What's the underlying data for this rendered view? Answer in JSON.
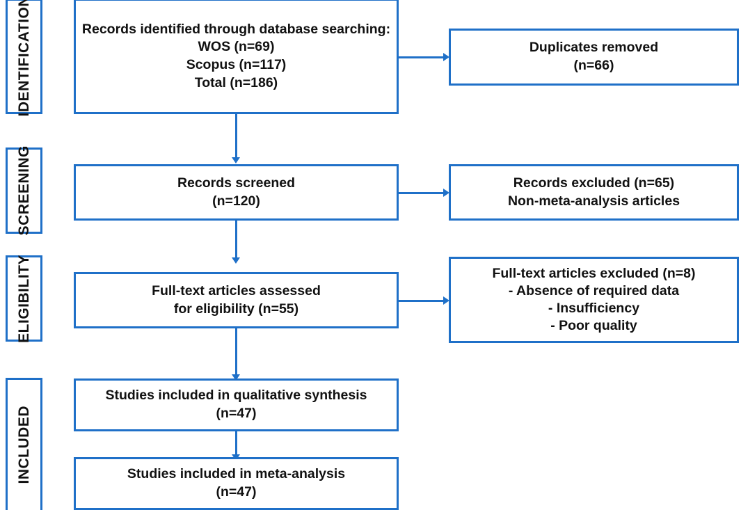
{
  "diagram": {
    "title": "PRISMA flow diagram",
    "accent_color": "#1f70c8",
    "text_color": "#111111",
    "background_color": "#ffffff"
  },
  "stages": [
    {
      "id": "identification",
      "label": "IDENTIFICATION"
    },
    {
      "id": "screening",
      "label": "SCREENING"
    },
    {
      "id": "eligibility",
      "label": "ELIGIBILITY"
    },
    {
      "id": "included",
      "label": "INCLUDED"
    }
  ],
  "boxes": {
    "records_identified": {
      "text": "Records identified through database searching:\nWOS (n=69)\nScopus (n=117)\nTotal (n=186)"
    },
    "duplicates_removed": {
      "text": "Duplicates removed\n(n=66)"
    },
    "records_screened": {
      "text": "Records screened\n(n=120)"
    },
    "records_excluded": {
      "text": "Records excluded (n=65)\nNon-meta-analysis articles"
    },
    "fulltext_assessed": {
      "text": "Full-text articles assessed\nfor eligibility (n=55)"
    },
    "fulltext_excluded": {
      "text": "Full-text articles excluded (n=8)\n-   Absence of required data\n-   Insufficiency\n- Poor quality"
    },
    "qualitative_synthesis": {
      "text": "Studies included in qualitative synthesis\n(n=47)"
    },
    "meta_analysis": {
      "text": "Studies included in meta-analysis\n(n=47)"
    }
  },
  "chart_data": {
    "type": "diagram",
    "title": "PRISMA flow diagram",
    "nodes": [
      {
        "id": "records_identified",
        "stage": "IDENTIFICATION",
        "label": "Records identified through database searching",
        "counts": {
          "WOS": 69,
          "Scopus": 117,
          "Total": 186
        }
      },
      {
        "id": "duplicates_removed",
        "stage": "IDENTIFICATION",
        "label": "Duplicates removed",
        "n": 66
      },
      {
        "id": "records_screened",
        "stage": "SCREENING",
        "label": "Records screened",
        "n": 120
      },
      {
        "id": "records_excluded",
        "stage": "SCREENING",
        "label": "Records excluded - Non-meta-analysis articles",
        "n": 65
      },
      {
        "id": "fulltext_assessed",
        "stage": "ELIGIBILITY",
        "label": "Full-text articles assessed for eligibility",
        "n": 55
      },
      {
        "id": "fulltext_excluded",
        "stage": "ELIGIBILITY",
        "label": "Full-text articles excluded",
        "n": 8,
        "reasons": [
          "Absence of required data",
          "Insufficiency",
          "Poor quality"
        ]
      },
      {
        "id": "qualitative_synthesis",
        "stage": "INCLUDED",
        "label": "Studies included in qualitative synthesis",
        "n": 47
      },
      {
        "id": "meta_analysis",
        "stage": "INCLUDED",
        "label": "Studies included in meta-analysis",
        "n": 47
      }
    ],
    "edges": [
      {
        "from": "records_identified",
        "to": "duplicates_removed",
        "direction": "right"
      },
      {
        "from": "records_identified",
        "to": "records_screened",
        "direction": "down"
      },
      {
        "from": "records_screened",
        "to": "records_excluded",
        "direction": "right"
      },
      {
        "from": "records_screened",
        "to": "fulltext_assessed",
        "direction": "down"
      },
      {
        "from": "fulltext_assessed",
        "to": "fulltext_excluded",
        "direction": "right"
      },
      {
        "from": "fulltext_assessed",
        "to": "qualitative_synthesis",
        "direction": "down"
      },
      {
        "from": "qualitative_synthesis",
        "to": "meta_analysis",
        "direction": "down"
      }
    ]
  }
}
